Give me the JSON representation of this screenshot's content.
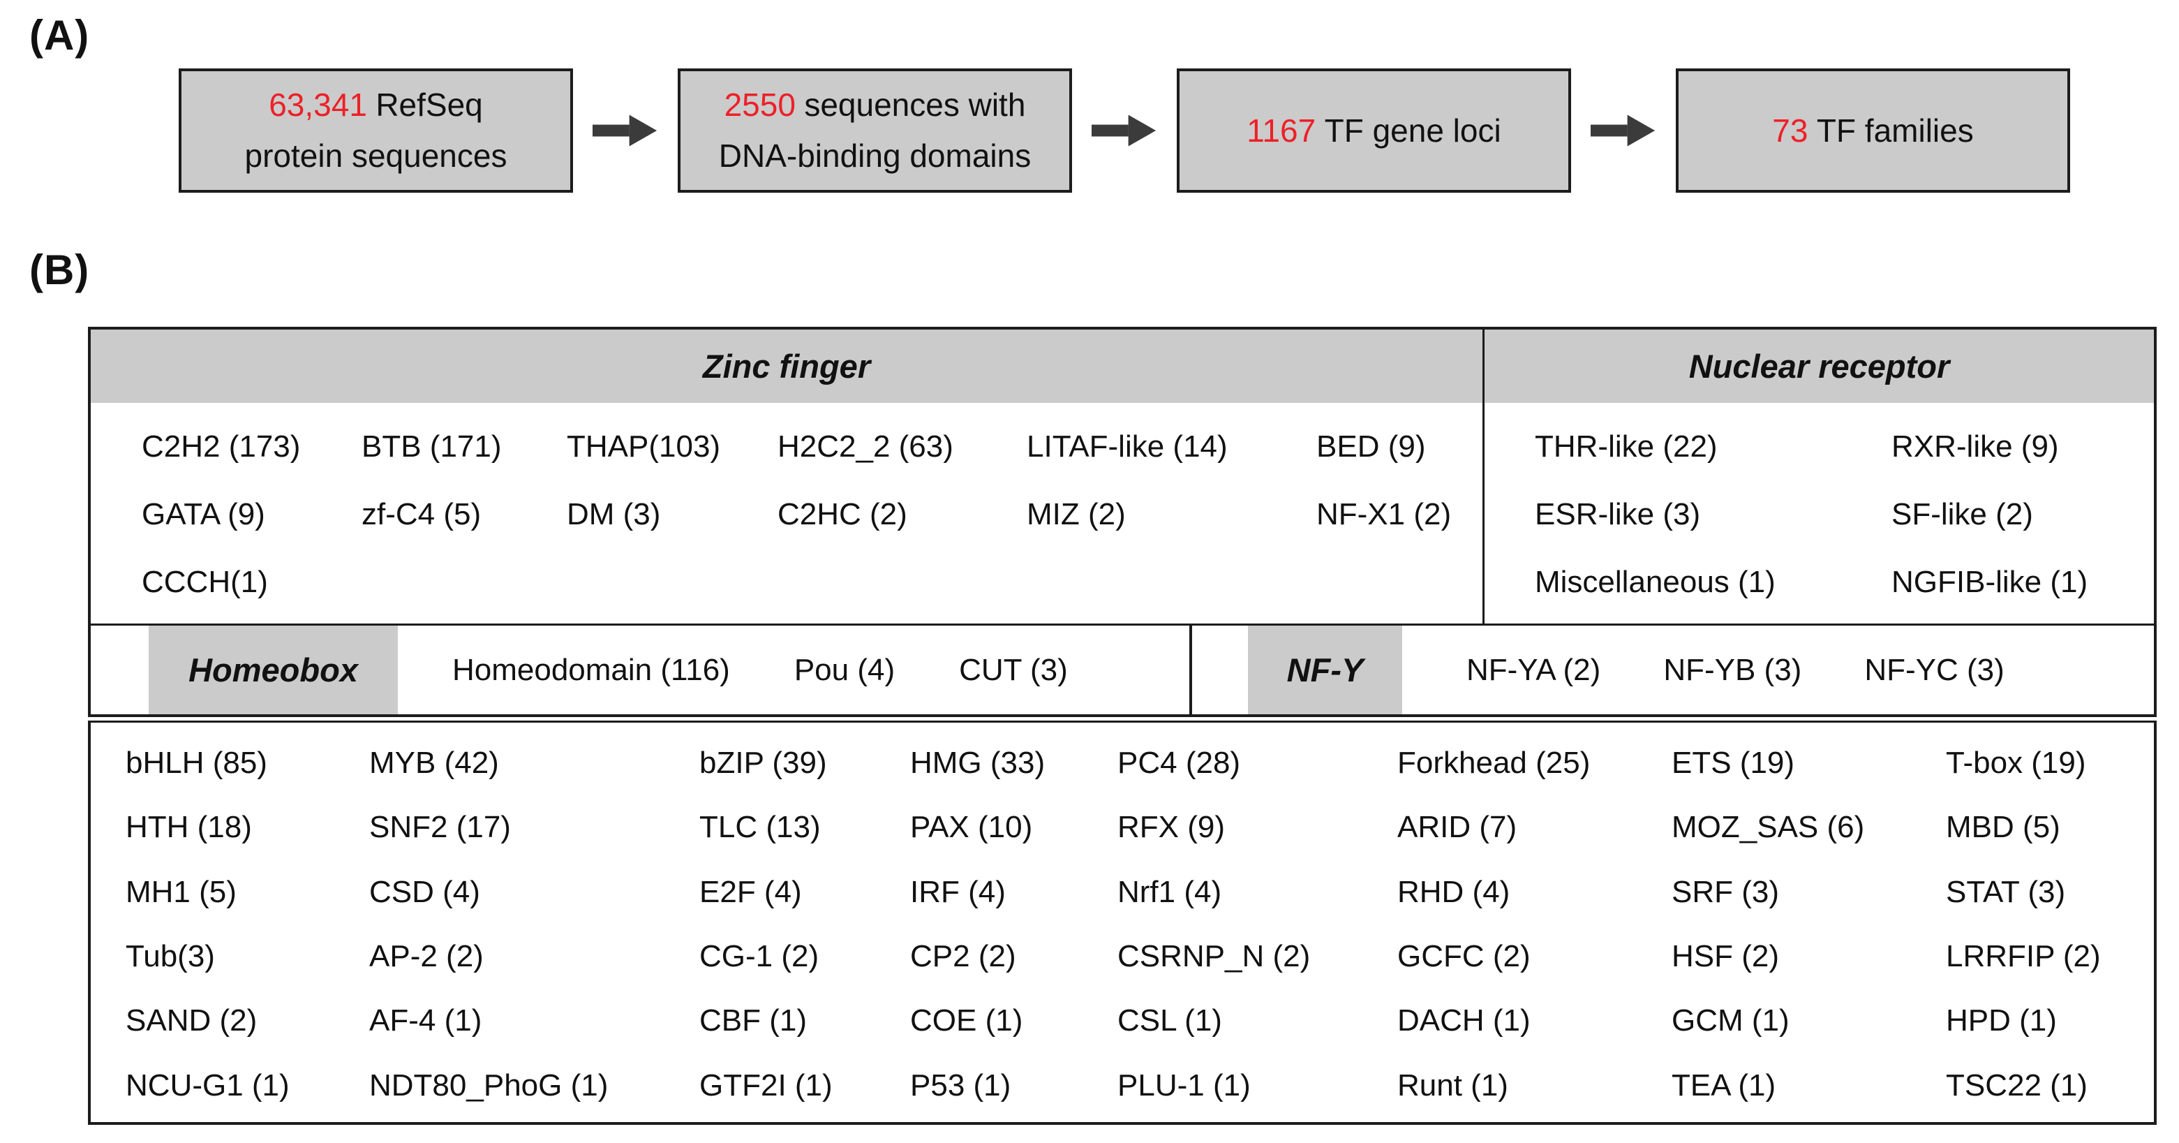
{
  "colors": {
    "box_gray": "#cbcbcb",
    "border": "#1c1c1c",
    "accent_red": "#ed2028",
    "arrow_gray": "#3b3b3b"
  },
  "panel_a": {
    "label": "(A)",
    "steps": [
      {
        "number": "63,341",
        "line1": "RefSeq",
        "line2": "protein sequences"
      },
      {
        "number": "2550",
        "line1": "sequences with",
        "line2": "DNA-binding domains"
      },
      {
        "number": "1167",
        "line1": "TF gene loci"
      },
      {
        "number": "73",
        "line1": "TF families"
      }
    ]
  },
  "panel_b": {
    "label": "(B)",
    "zinc_finger": {
      "header": "Zinc finger",
      "rows": [
        [
          "C2H2 (173)",
          "BTB (171)",
          "THAP(103)",
          "H2C2_2 (63)",
          "LITAF-like (14)",
          "BED (9)"
        ],
        [
          "GATA (9)",
          "zf-C4 (5)",
          "DM (3)",
          "C2HC (2)",
          "MIZ (2)",
          "NF-X1 (2)"
        ],
        [
          "CCCH(1)"
        ]
      ]
    },
    "nuclear_receptor": {
      "header": "Nuclear receptor",
      "rows": [
        [
          "THR-like (22)",
          "RXR-like (9)"
        ],
        [
          "ESR-like (3)",
          "SF-like (2)"
        ],
        [
          "Miscellaneous (1)",
          "NGFIB-like (1)"
        ]
      ]
    },
    "homeobox": {
      "header": "Homeobox",
      "items": [
        "Homeodomain (116)",
        "Pou (4)",
        "CUT (3)"
      ]
    },
    "nfy": {
      "header": "NF-Y",
      "items": [
        "NF-YA (2)",
        "NF-YB (3)",
        "NF-YC (3)"
      ]
    },
    "families": {
      "rows": [
        [
          "bHLH (85)",
          "MYB (42)",
          "bZIP (39)",
          "HMG (33)",
          "PC4 (28)",
          "Forkhead (25)",
          "ETS (19)",
          "T-box (19)"
        ],
        [
          "HTH (18)",
          "SNF2 (17)",
          "TLC (13)",
          "PAX (10)",
          "RFX (9)",
          "ARID (7)",
          "MOZ_SAS (6)",
          "MBD (5)"
        ],
        [
          "MH1 (5)",
          "CSD (4)",
          "E2F (4)",
          "IRF (4)",
          "Nrf1 (4)",
          "RHD (4)",
          "SRF (3)",
          "STAT (3)"
        ],
        [
          "Tub(3)",
          "AP-2 (2)",
          "CG-1 (2)",
          "CP2 (2)",
          "CSRNP_N (2)",
          "GCFC (2)",
          "HSF (2)",
          "LRRFIP (2)"
        ],
        [
          "SAND (2)",
          "AF-4 (1)",
          "CBF (1)",
          "COE (1)",
          "CSL (1)",
          "DACH (1)",
          "GCM (1)",
          "HPD (1)"
        ],
        [
          "NCU-G1 (1)",
          "NDT80_PhoG (1)",
          "GTF2I (1)",
          "P53 (1)",
          "PLU-1 (1)",
          "Runt (1)",
          "TEA (1)",
          "TSC22 (1)"
        ]
      ]
    }
  }
}
